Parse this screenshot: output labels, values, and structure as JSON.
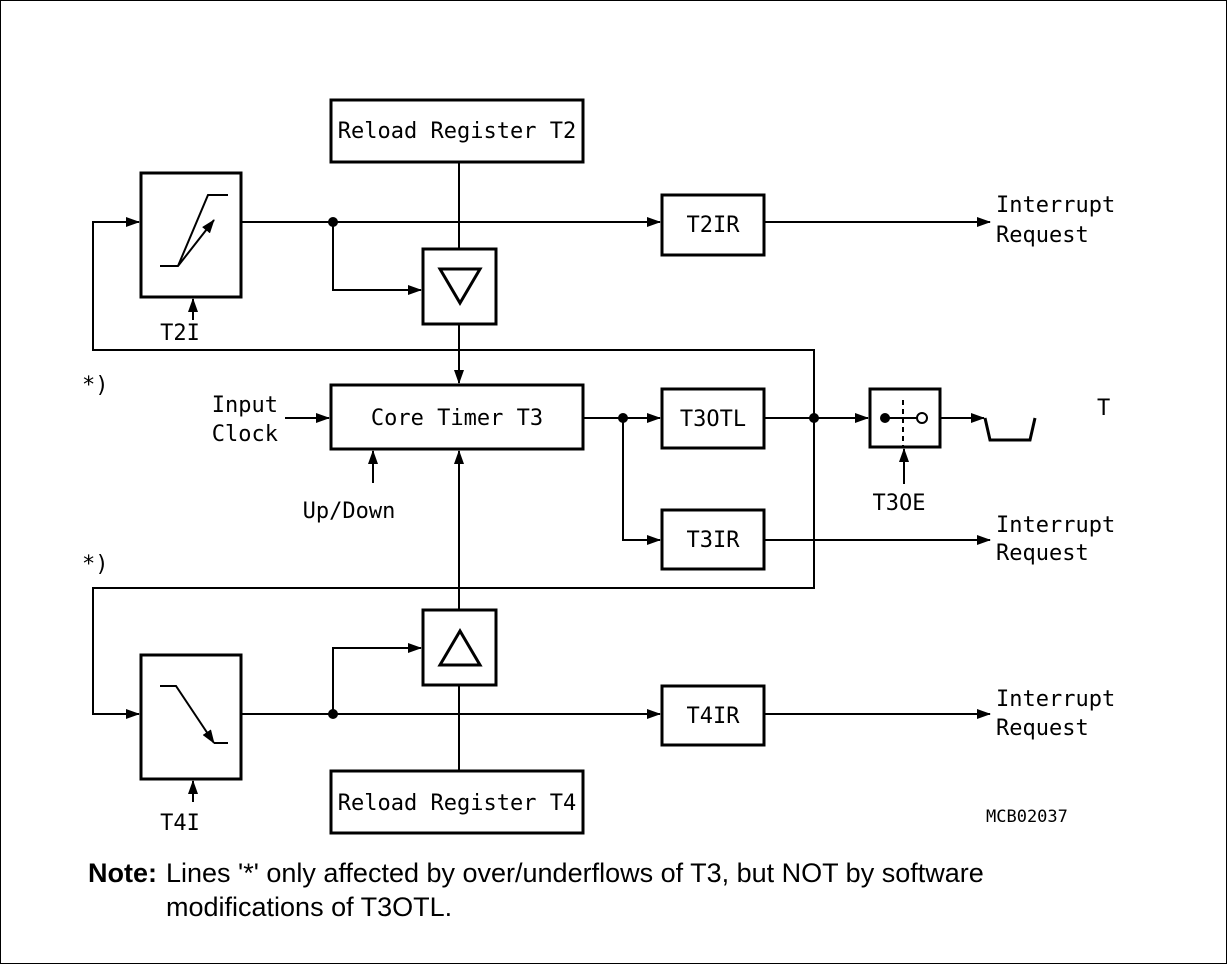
{
  "blocks": {
    "reload_t2": "Reload Register T2",
    "reload_t4": "Reload Register T4",
    "core_timer": "Core Timer T3",
    "t2ir": "T2IR",
    "t3otl": "T3OTL",
    "t3ir": "T3IR",
    "t4ir": "T4IR"
  },
  "labels": {
    "t2i": "T2I",
    "t4i": "T4I",
    "t3oe": "T3OE",
    "up_down": "Up/Down",
    "input": "Input",
    "clock": "Clock",
    "t_out": "T",
    "star1": "*)",
    "star2": "*)",
    "interrupt1": "Interrupt",
    "request1": "Request",
    "interrupt2": "Interrupt",
    "request2": "Request",
    "interrupt3": "Interrupt",
    "request3": "Request",
    "figure_id": "MCB02037"
  },
  "note": {
    "label": "Note:",
    "line1": "Lines '*' only affected by over/underflows of T3, but NOT by software",
    "line2": "modifications of T3OTL."
  }
}
